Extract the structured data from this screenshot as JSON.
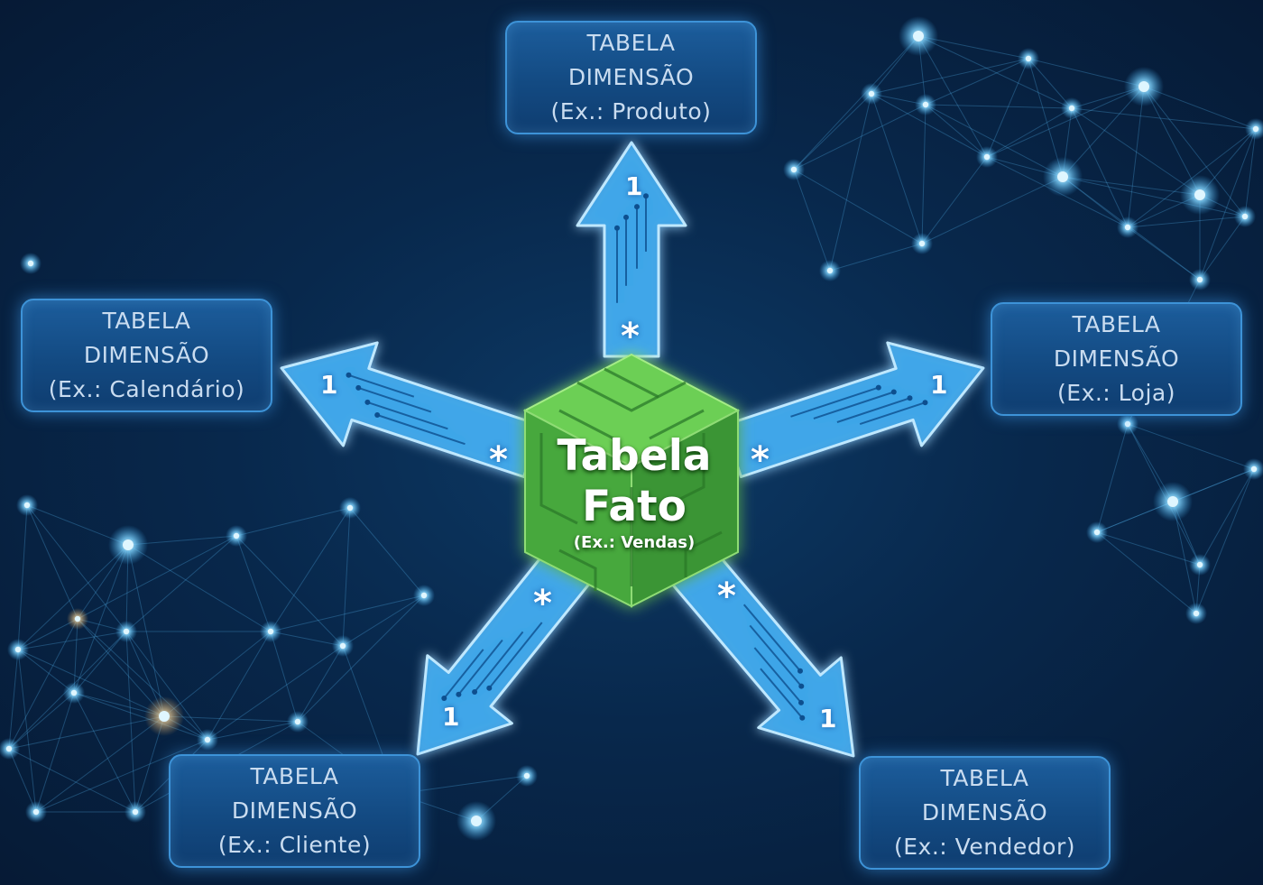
{
  "fact": {
    "line1": "Tabela",
    "line2": "Fato",
    "example": "(Ex.: Vendas)"
  },
  "dimensions": [
    {
      "line1": "TABELA",
      "line2": "DIMENSÃO",
      "example": "(Ex.: Produto)"
    },
    {
      "line1": "TABELA",
      "line2": "DIMENSÃO",
      "example": "(Ex.: Calendário)"
    },
    {
      "line1": "TABELA",
      "line2": "DIMENSÃO",
      "example": "(Ex.: Loja)"
    },
    {
      "line1": "TABELA",
      "line2": "DIMENSÃO",
      "example": "(Ex.: Cliente)"
    },
    {
      "line1": "TABELA",
      "line2": "DIMENSÃO",
      "example": "(Ex.: Vendedor)"
    }
  ],
  "cardinality": {
    "one": "1",
    "many": "*"
  },
  "colors": {
    "box_border": "#3d93d8",
    "arrow_fill": "#3fa7ea",
    "cube_front": "#4fb043",
    "text": "#ffffff",
    "network": "#4fa9df"
  }
}
